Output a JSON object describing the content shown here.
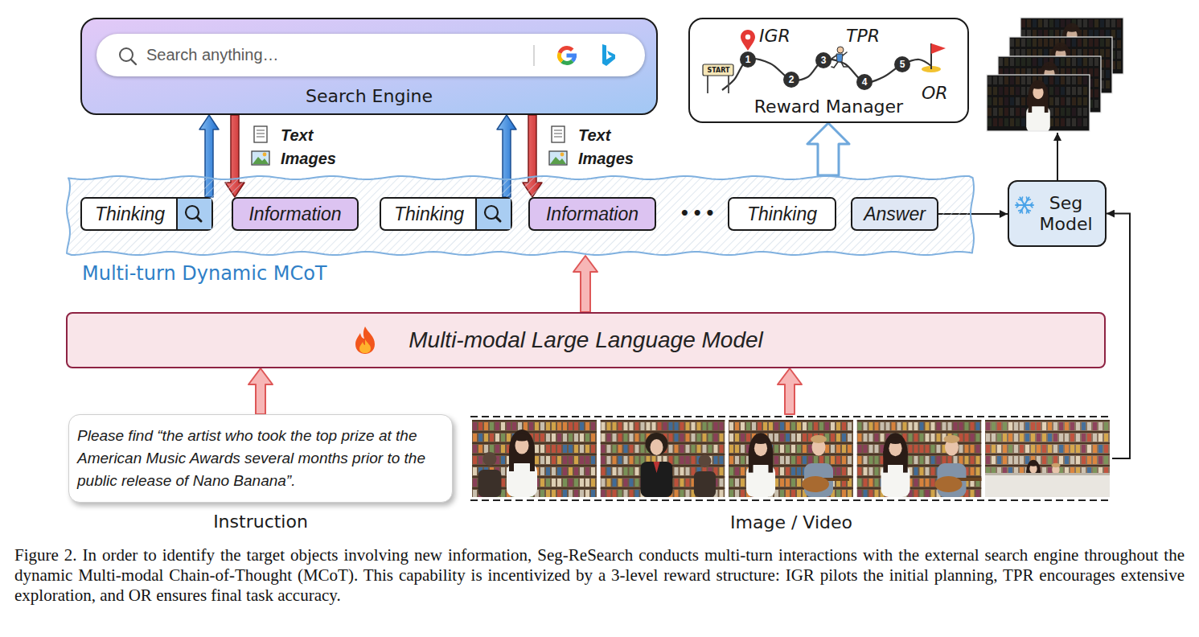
{
  "diagram": {
    "caption": "Figure 2. In order to identify the target objects involving new information, Seg-ReSearch conducts multi-turn interactions with the external search engine throughout the dynamic Multi-modal Chain-of-Thought (MCoT). This capability is incentivized by a 3-level reward structure: IGR pilots the initial planning, TPR encourages extensive exploration, and OR ensures final task accuracy.",
    "nodes": [
      {
        "text": [
          "Search Engine"
        ]
      },
      {
        "text": [
          "Search anything…"
        ],
        "in": 0
      },
      {
        "text": [
          "Reward Manager"
        ]
      },
      {
        "text": [
          "1"
        ],
        "in": 2
      },
      {
        "text": [
          "2"
        ],
        "in": 2
      },
      {
        "text": [
          "3"
        ],
        "in": 2
      },
      {
        "text": [
          "4"
        ],
        "in": 2
      },
      {
        "text": [
          "5"
        ],
        "in": 2
      },
      {
        "text": [
          "Multi-turn Dynamic MCoT"
        ]
      },
      {
        "text": [
          "Thinking"
        ],
        "in": 8
      },
      {
        "text": [
          "Information"
        ],
        "in": 8
      },
      {
        "text": [
          "Thinking"
        ],
        "in": 8
      },
      {
        "text": [
          "Information"
        ],
        "in": 8
      },
      {
        "text": [
          "Thinking"
        ],
        "in": 8
      },
      {
        "text": [
          "Answer"
        ],
        "in": 8
      },
      {
        "text": [
          "Seg Model"
        ]
      },
      {
        "text": [
          "Multi-modal Large Language Model"
        ]
      },
      {
        "text": [
          "Please find “the artist who took the top prize at the American Music Awards several months prior to the public release of Nano Banana”.",
          "Instruction"
        ]
      },
      {
        "text": [
          "Image / Video"
        ]
      }
    ],
    "edges": [
      {
        "from": 9,
        "to": 0,
        "arrow": "to"
      },
      {
        "from": 0,
        "to": 10,
        "arrow": "to"
      },
      {
        "from": 11,
        "to": 0,
        "arrow": "to"
      },
      {
        "from": 0,
        "to": 12,
        "arrow": "to"
      },
      {
        "from": 8,
        "to": 2,
        "arrow": "to"
      },
      {
        "from": 14,
        "to": 15,
        "arrow": "to"
      },
      {
        "from": 16,
        "to": 8,
        "arrow": "to"
      },
      {
        "from": 17,
        "to": 16,
        "arrow": "to"
      },
      {
        "from": 18,
        "to": 16,
        "arrow": "to"
      },
      {
        "from": 18,
        "to": 15,
        "arrow": "to"
      }
    ],
    "labels": [
      "IGR",
      "TPR",
      "START",
      "OR",
      "Text",
      "Images",
      "Text",
      "Images",
      "•••"
    ]
  }
}
